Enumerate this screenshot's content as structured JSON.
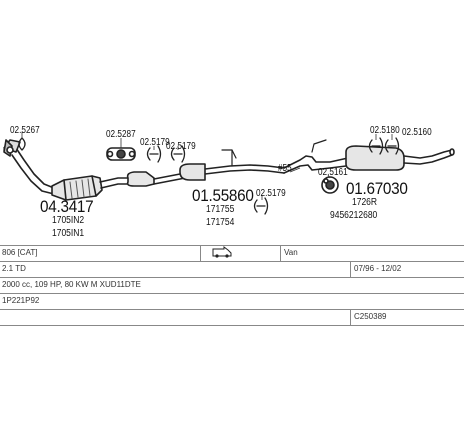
{
  "parts": {
    "p_025267": "02.5267",
    "p_043417": "04.3417",
    "p_1705in2": "1705IN2",
    "p_1705in1": "1705IN1",
    "p_025287": "02.5287",
    "p_025179a": "02.5179",
    "p_025179b": "02.5179",
    "p_015586": "01.55860",
    "p_171755": "171755",
    "p_171754": "171754",
    "p_025179c": "02.5179",
    "p_55": "#55",
    "p_025180": "02.5180",
    "p_025160": "02.5160",
    "p_025161": "02.5161",
    "p_016703": "01.67030",
    "p_1726r": "1726R",
    "p_9456": "9456212680"
  },
  "table": {
    "row1_model": "806 [CAT]",
    "row1_body": "Van",
    "row2_engine": "2.1 TD",
    "row2_dates": "07/96 - 12/02",
    "row3_spec": "2000 cc, 109 HP, 80 KW M XUD11DTE",
    "row4_code": "1P221P92",
    "row5_ref": "C250389"
  },
  "icons": {
    "van": "van-icon",
    "nut": "nut-icon",
    "bolt": "bolt-icon"
  }
}
